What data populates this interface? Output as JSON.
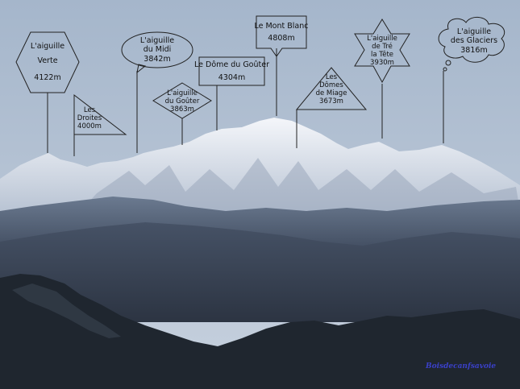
{
  "labels": {
    "aiguille_verte": {
      "line1": "L'aiguille",
      "line2": "Verte",
      "line3": "4122m"
    },
    "droites": {
      "line1": "Les",
      "line2": "Droites",
      "line3": "4000m"
    },
    "aiguille_midi": {
      "line1": "L'aiguille",
      "line2": "du Midi",
      "line3": "3842m"
    },
    "aiguille_gouter": {
      "line1": "L'aiguille",
      "line2": "du Goûter",
      "line3": "3863m"
    },
    "dome_gouter": {
      "line1": "Le Dôme du Goûter",
      "line2": "4304m"
    },
    "mont_blanc": {
      "line1": "Le Mont Blanc",
      "line2": "4808m"
    },
    "domes_miage": {
      "line1": "Les",
      "line2": "Dômes",
      "line3": "de Miage",
      "line4": "3673m"
    },
    "aiguille_tre_la_tete": {
      "line1": "L'aiguille",
      "line2": "de Tré",
      "line3": "la Tête",
      "line4": "3930m"
    },
    "aiguille_glaciers": {
      "line1": "L'aiguille",
      "line2": "des Glaciers",
      "line3": "3816m"
    }
  },
  "credit": "Boisdecanfsavoie",
  "colors": {
    "sky_top": "#a7b8cc",
    "sky_bottom": "#c4cfdc",
    "snow": "#eef2f8",
    "haze_ridge": "#4f5e74",
    "dark_ridge": "#2a3240",
    "foreground": "#1e242c",
    "credit": "#3a40c8"
  }
}
